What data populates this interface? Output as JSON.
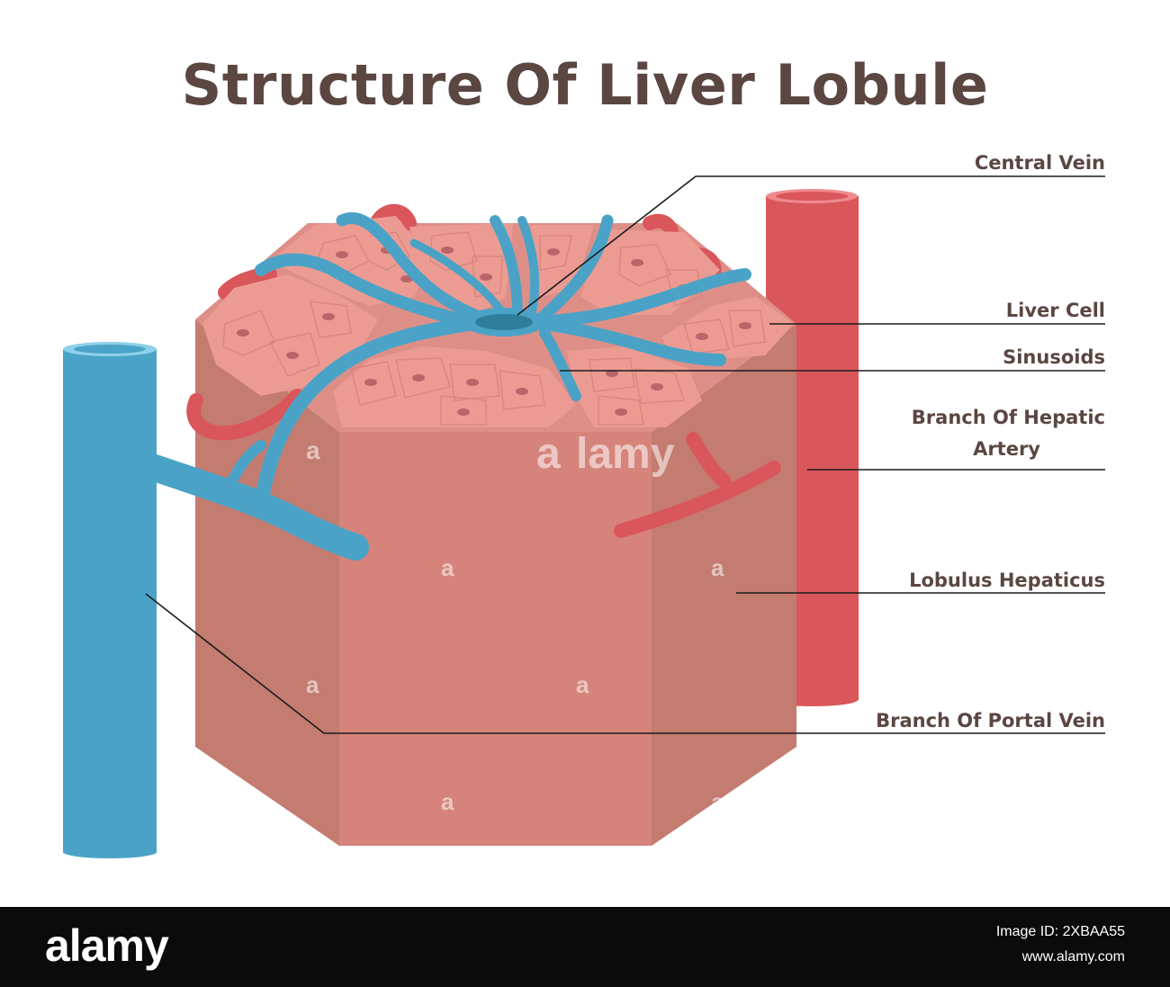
{
  "title": "Structure Of Liver Lobule",
  "labels": {
    "central_vein": "Central Vein",
    "liver_cell": "Liver Cell",
    "sinusoids": "Sinusoids",
    "hepatic_artery_1": "Branch Of Hepatic",
    "hepatic_artery_2": "Artery",
    "lobulus": "Lobulus Hepaticus",
    "portal_vein": "Branch Of Portal Vein"
  },
  "watermark": {
    "brand": "alamy",
    "image_id": "Image ID: 2XBAA55",
    "site": "www.alamy.com"
  },
  "colors": {
    "text": "#5b4642",
    "vein_blue": "#4aa3c7",
    "artery_red": "#d9565a",
    "tissue_front": "#d6847b",
    "tissue_side": "#c47b70",
    "tissue_top": "#dd8f87",
    "cell": "#ec9b92",
    "nucleus": "#b9666a"
  }
}
